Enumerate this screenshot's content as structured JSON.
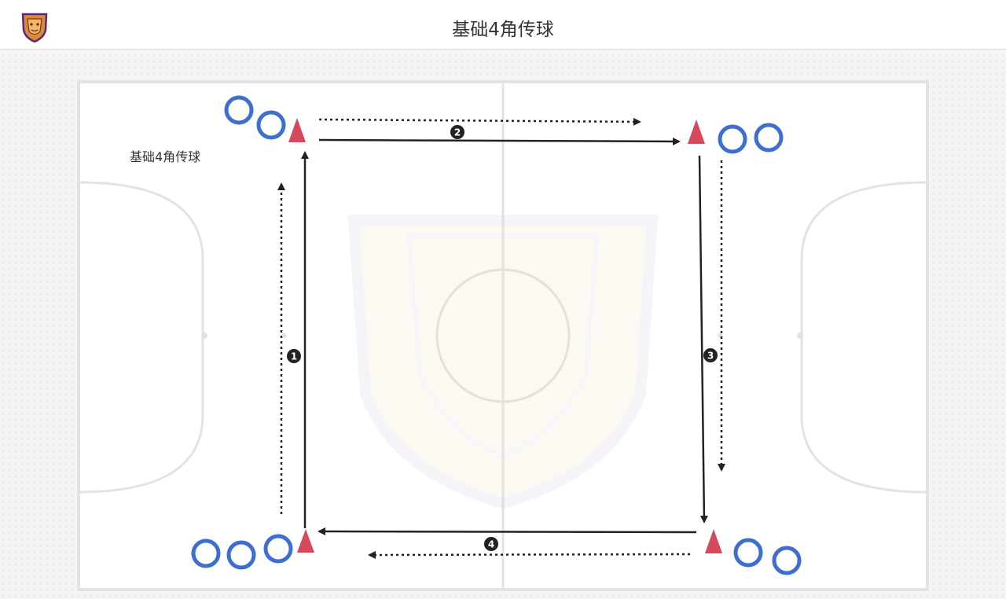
{
  "header": {
    "title": "基础4角传球",
    "logo_icon": "team-crest-icon"
  },
  "diagram": {
    "label": "基础4角传球",
    "colors": {
      "player": "#3d6fd1",
      "cone": "#d6495a",
      "arrow": "#222222",
      "pitch_line": "#e3e3e3",
      "pitch": "#ffffff"
    },
    "steps": [
      "1",
      "2",
      "3",
      "4"
    ]
  }
}
